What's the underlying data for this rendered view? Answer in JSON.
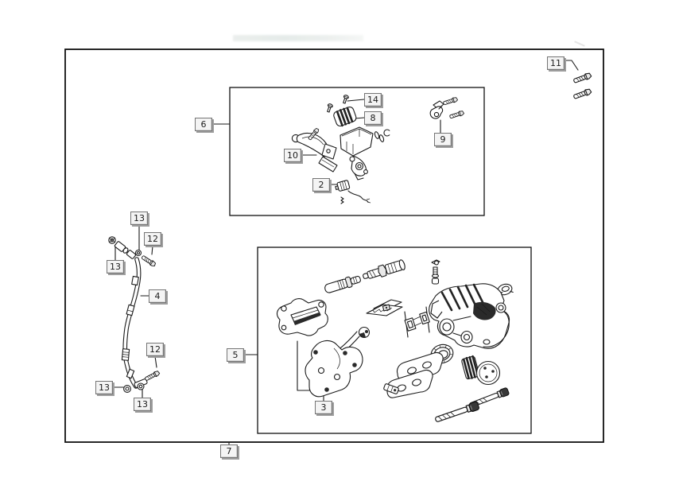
{
  "diagram": {
    "callouts": [
      "6",
      "14",
      "8",
      "9",
      "10",
      "2",
      "11",
      "13",
      "12",
      "13",
      "4",
      "12",
      "13",
      "13",
      "5",
      "3",
      "7"
    ]
  },
  "colors": {
    "background": "#ffffff",
    "line": "#1a1a1a",
    "callout_fill": "#f4f4f4",
    "callout_border": "#757575",
    "callout_shadow": "#9e9e9e"
  }
}
